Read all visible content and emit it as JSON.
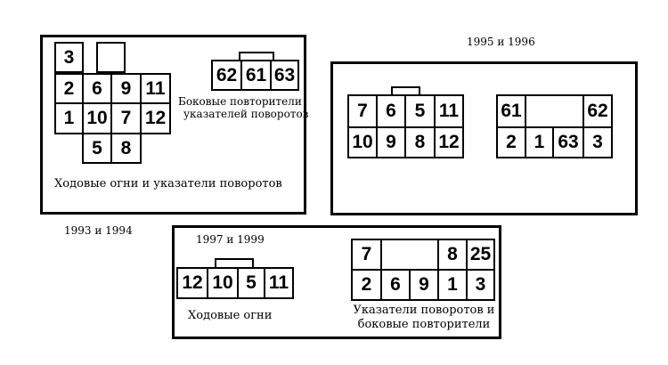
{
  "panel_1993": {
    "year_label": "1993 и 1994",
    "conn_running": {
      "cells": [
        "3",
        "",
        "2",
        "6",
        "9",
        "11",
        "1",
        "10",
        "7",
        "12",
        "5",
        "8"
      ],
      "caption": "Ходовые огни и указатели поворотов"
    },
    "conn_side": {
      "cells": [
        "62",
        "61",
        "63"
      ],
      "caption_line1": "Боковые повторители",
      "caption_line2": "указателей поворотов"
    }
  },
  "panel_1995": {
    "year_label": "1995 и 1996",
    "conn_a": {
      "cells": [
        "7",
        "6",
        "5",
        "11",
        "10",
        "9",
        "8",
        "12"
      ]
    },
    "conn_b": {
      "cells": [
        "61",
        "",
        "62",
        "2",
        "1",
        "63",
        "3"
      ]
    }
  },
  "panel_1997": {
    "year_label": "1997 и 1999",
    "conn_running": {
      "cells": [
        "12",
        "10",
        "5",
        "11"
      ],
      "caption": "Ходовые огни"
    },
    "conn_turn": {
      "cells": [
        "7",
        "",
        "8",
        "25",
        "2",
        "6",
        "9",
        "1",
        "3"
      ],
      "caption_line1": "Указатели поворотов и",
      "caption_line2": "боковые повторители"
    }
  }
}
